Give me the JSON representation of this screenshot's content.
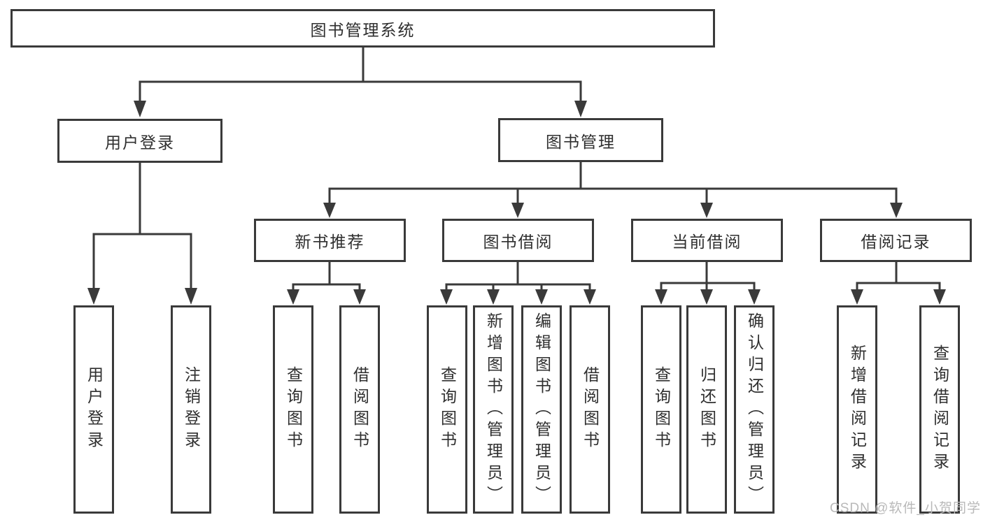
{
  "diagram": {
    "root": {
      "label": "图书管理系统"
    },
    "level2": [
      {
        "label": "用户登录"
      },
      {
        "label": "图书管理"
      }
    ],
    "level3": [
      {
        "label": "新书推荐"
      },
      {
        "label": "图书借阅"
      },
      {
        "label": "当前借阅"
      },
      {
        "label": "借阅记录"
      }
    ],
    "leaves": {
      "user_login": [
        "用户登录",
        "注销登录"
      ],
      "new_book": [
        "查询图书",
        "借阅图书"
      ],
      "book_borrow": [
        "查询图书",
        "新增图书（管理员）",
        "编辑图书（管理员）",
        "借阅图书"
      ],
      "current_borrow": [
        "查询图书",
        "归还图书",
        "确认归还（管理员）"
      ],
      "borrow_record": [
        "新增借阅记录",
        "查询借阅记录"
      ]
    }
  },
  "watermark": "CSDN @软件_小贺同学",
  "colors": {
    "line": "#3a3a3a",
    "text": "#2f2f2f",
    "watermark": "#b9b9b9"
  }
}
